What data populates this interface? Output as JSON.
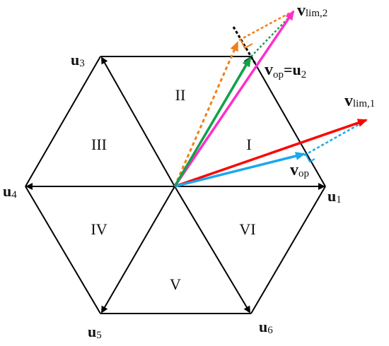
{
  "colors": {
    "hexagon": "#000000",
    "red": "#ff0000",
    "blue": "#1aa7ec",
    "magenta": "#ff2ecb",
    "green": "#13a04a",
    "orange": "#f07f1a",
    "black": "#000000"
  },
  "sectors": {
    "I": "I",
    "II": "II",
    "III": "III",
    "IV": "IV",
    "V": "V",
    "VI": "VI"
  },
  "vectors": {
    "u1": {
      "main": "u",
      "sub": "1"
    },
    "u2": {
      "main": "u",
      "sub": "2"
    },
    "u3": {
      "main": "u",
      "sub": "3"
    },
    "u4": {
      "main": "u",
      "sub": "4"
    },
    "u5": {
      "main": "u",
      "sub": "5"
    },
    "u6": {
      "main": "u",
      "sub": "6"
    },
    "vlim1": {
      "main": "v",
      "sub": "lim,1"
    },
    "vlim2": {
      "main": "v",
      "sub": "lim,2"
    },
    "vop": {
      "main": "v",
      "sub": "op"
    },
    "vop_eq_u2": {
      "main": "v",
      "sub": "op",
      "eq": "=",
      "main2": "u",
      "sub2": "2"
    }
  }
}
